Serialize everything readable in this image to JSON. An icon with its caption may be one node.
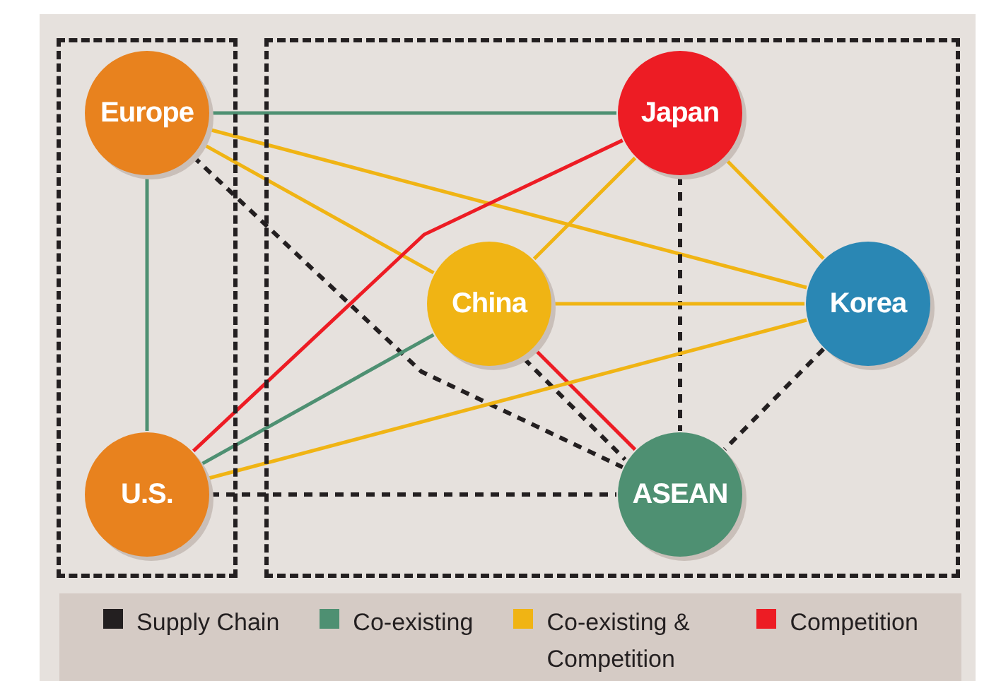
{
  "diagram": {
    "nodes": [
      {
        "text": [],
        "shape": "box"
      },
      {
        "text": [
          "Europe"
        ],
        "in": 0
      },
      {
        "text": [
          "U.S."
        ],
        "in": 0
      },
      {
        "text": [],
        "shape": "box"
      },
      {
        "text": [
          "Japan"
        ],
        "in": 3
      },
      {
        "text": [
          "China"
        ],
        "in": 3
      },
      {
        "text": [
          "Korea"
        ],
        "in": 3
      },
      {
        "text": [
          "ASEAN"
        ],
        "in": 3
      }
    ],
    "edges": [
      {
        "from": 1,
        "to": 4,
        "arrow": "none",
        "color": "#4e9072"
      },
      {
        "from": 1,
        "to": 6,
        "arrow": "none"
      },
      {
        "from": 1,
        "to": 5,
        "arrow": "none"
      },
      {
        "from": 1,
        "to": 2,
        "arrow": "none",
        "color": "#4e9072"
      },
      {
        "from": 1,
        "to": 7,
        "arrow": "none",
        "style": "dashed",
        "color": "#231f20"
      },
      {
        "from": 4,
        "to": 2,
        "arrow": "none",
        "color": "#ed1c24"
      },
      {
        "from": 4,
        "to": 5,
        "arrow": "none"
      },
      {
        "from": 4,
        "to": 6,
        "arrow": "none"
      },
      {
        "from": 4,
        "to": 7,
        "arrow": "none",
        "style": "dashed",
        "color": "#231f20"
      },
      {
        "from": 5,
        "to": 6,
        "arrow": "none"
      },
      {
        "from": 5,
        "to": 2,
        "arrow": "none",
        "color": "#4e9072"
      },
      {
        "from": 5,
        "to": 7,
        "arrow": "none",
        "color": "#ed1c24"
      },
      {
        "from": 5,
        "to": 7,
        "arrow": "none",
        "style": "dashed",
        "color": "#231f20"
      },
      {
        "from": 6,
        "to": 2,
        "arrow": "none"
      },
      {
        "from": 6,
        "to": 7,
        "arrow": "none",
        "style": "dashed",
        "color": "#231f20"
      },
      {
        "from": 2,
        "to": 7,
        "arrow": "none",
        "style": "dashed",
        "color": "#231f20"
      }
    ],
    "legend": [
      {
        "text": "Supply Chain",
        "color": "#231f20"
      },
      {
        "text": "Co-existing",
        "color": "#4e9072"
      },
      {
        "text": "Co-existing & Competition",
        "color": "#f0b414"
      },
      {
        "text": "Competition",
        "color": "#ed1c24"
      }
    ]
  }
}
